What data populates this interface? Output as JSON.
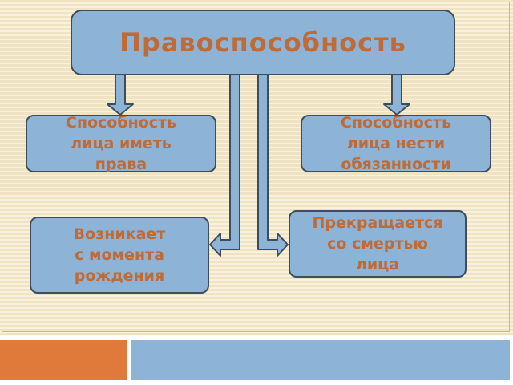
{
  "diagram": {
    "root": {
      "label": "Правоспособность"
    },
    "items": [
      {
        "label": "Способность\nлица иметь\nправа"
      },
      {
        "label": "Способность\nлица нести\nобязанности"
      },
      {
        "label": "Возникает\nс момента\nрождения"
      },
      {
        "label": "Прекращается\nсо смертью\nлица"
      }
    ]
  },
  "colors": {
    "box_fill": "#8db4d6",
    "box_border": "#3e4d5c",
    "text": "#c06a35",
    "background": "#efe3c3",
    "footer_orange": "#e07a3a",
    "footer_blue": "#8db4d6"
  }
}
